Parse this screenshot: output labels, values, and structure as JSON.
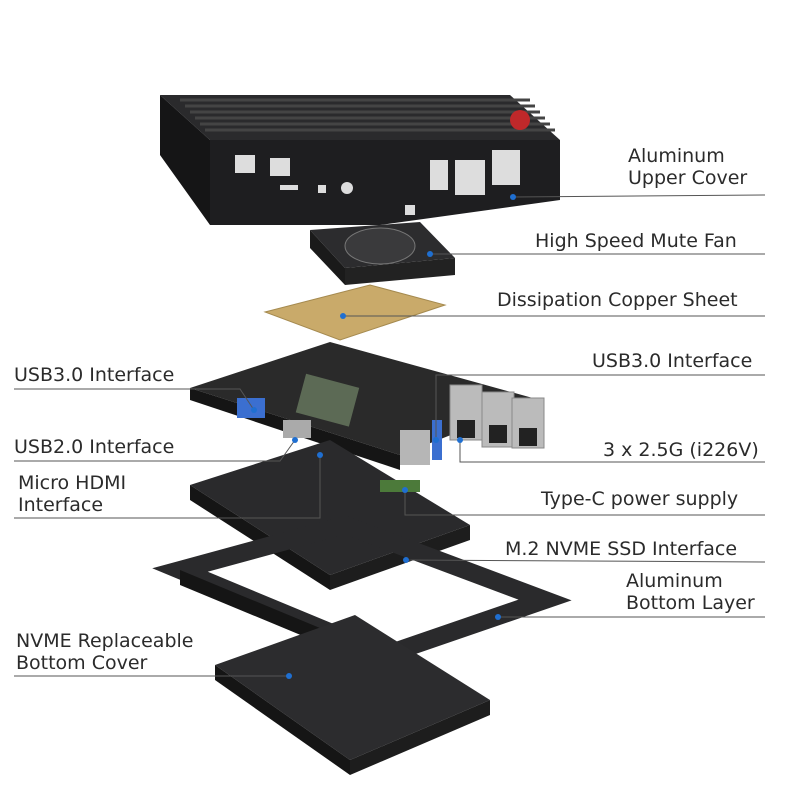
{
  "labels": {
    "upper_cover": [
      "Aluminum",
      "Upper Cover"
    ],
    "fan": "High Speed Mute Fan",
    "copper": "Dissipation Copper Sheet",
    "usb30_right": "USB3.0 Interface",
    "usb30_left": "USB3.0 Interface",
    "lan": "3 x 2.5G (i226V)",
    "usb20": "USB2.0 Interface",
    "hdmi": [
      "Micro HDMI",
      "Interface"
    ],
    "typec": "Type-C power supply",
    "m2": "M.2 NVME SSD Interface",
    "bottom_layer": [
      "Aluminum",
      "Bottom Layer"
    ],
    "bottom_cover": [
      "NVME Replaceable",
      "Bottom Cover"
    ]
  },
  "colors": {
    "leader_dot": "#1f6fd1",
    "leader_line": "#555555",
    "case": "#1c1c1e",
    "copper": "#c9aa6a",
    "pcb": "#2a2a2a"
  }
}
